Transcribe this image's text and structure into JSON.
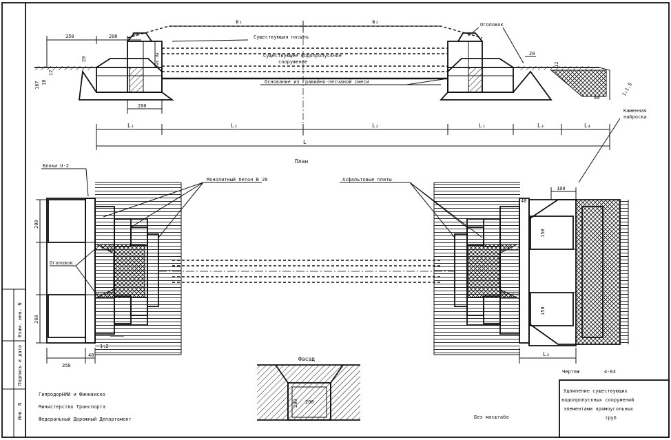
{
  "profile": {
    "dim_b_left": "в₁",
    "dim_b_right": "в₂",
    "dim_350": "350",
    "dim_200_top": "200",
    "dim_80": "80",
    "dim_20_left": "20",
    "dim_12_left": "12",
    "dim_10": "10",
    "dim_167": "167",
    "dim_var": "var.da",
    "dim_200_bottom": "200",
    "dim_20_right": "20",
    "dim_12_right": "12",
    "dim_1_1_5": "1:1.5",
    "dim_40": "40",
    "label_fill": "Существующая насыпь",
    "label_existing_1": "Существующее водопропускное",
    "label_existing_2": "сооружение",
    "label_base": "Основание из гравийно-песчаной смеси",
    "label_head": "Оголовок",
    "label_stone_1": "Каменная",
    "label_stone_2": "наброска",
    "L1": "L₁",
    "L2a": "L₂",
    "L2b": "L₂",
    "L1b": "L₁",
    "L3a": "L₃",
    "L4": "L₄",
    "L": "L"
  },
  "plan": {
    "title": "План",
    "label_blocks": "Блоки U-2",
    "label_concrete": "Монолитный бетон В 20",
    "label_asphalt": "Асфальтовые плиты",
    "label_head": "Оголовок",
    "dim_200": "200",
    "dim_260": "260",
    "dim_350": "350",
    "dim_40": "40",
    "dim_1_2": "1:2",
    "dim_100": "100",
    "dim_40_right": "40",
    "dim_150_top": "150",
    "dim_150_bottom": "150",
    "L3": "L₃"
  },
  "facade": {
    "title": "Фасад",
    "dim_h": "200",
    "dim_w": "200"
  },
  "sheet": {
    "org_1": "ГипродорНИИ и Финнвиско",
    "org_2": "Министерство Транспорта",
    "org_3": "Федеральный Дорожный Департамент",
    "scale_note": "Без масштаба",
    "drawing_no_label": "Чертеж",
    "drawing_no": "4-03",
    "title_1": "Удлинение существующих",
    "title_2": "водопропускных сооружений",
    "title_3": "элементами прямоугольных",
    "title_4": "труб",
    "side_1": "Инв. N",
    "side_2": "Подпись и дата",
    "side_3": "Взам. инв. N"
  }
}
